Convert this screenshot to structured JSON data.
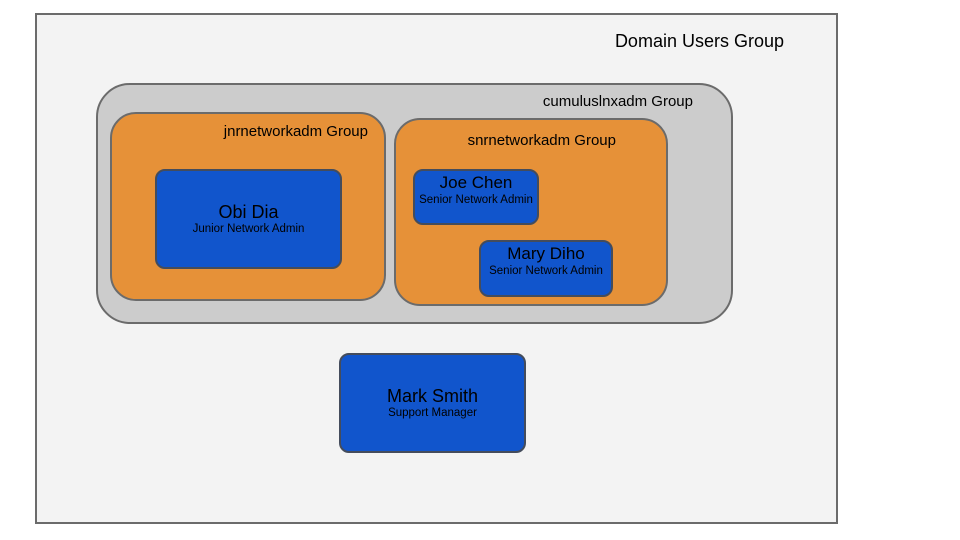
{
  "groups": {
    "domain_users": {
      "label": "Domain Users Group"
    },
    "cumulus": {
      "label": "cumuluslnxadm Group"
    },
    "jnr": {
      "label": "jnrnetworkadm Group"
    },
    "snr": {
      "label": "snrnetworkadm Group"
    }
  },
  "users": {
    "obi": {
      "name": "Obi Dia",
      "role": "Junior Network Admin"
    },
    "joe": {
      "name": "Joe Chen",
      "role": "Senior Network Admin"
    },
    "mary": {
      "name": "Mary Diho",
      "role": "Senior Network Admin"
    },
    "mark": {
      "name": "Mark Smith",
      "role": "Support Manager"
    }
  },
  "colors": {
    "outer_group": "#f3f3f3",
    "cumulus_group": "#cccccc",
    "admin_group": "#e69138",
    "user_box": "#1155cc"
  }
}
